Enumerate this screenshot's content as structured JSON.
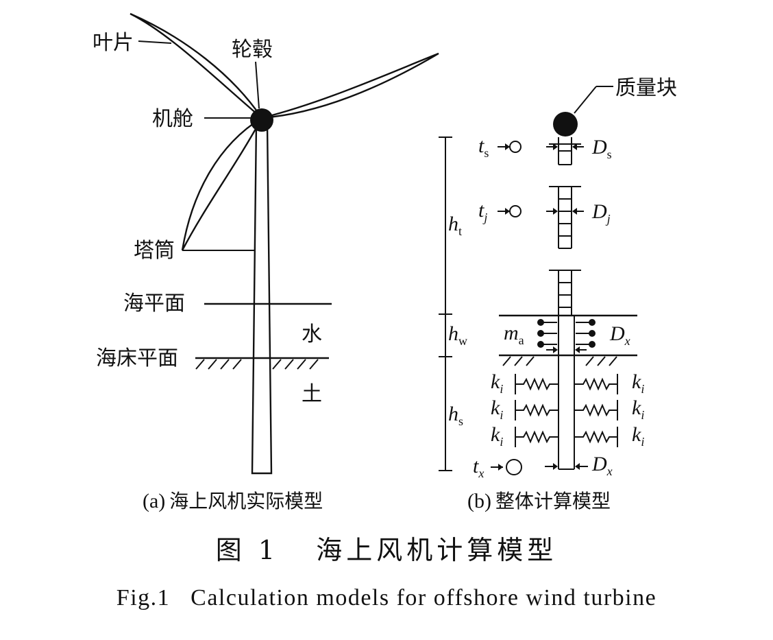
{
  "panel_a": {
    "labels": {
      "blade": "叶片",
      "hub": "轮毂",
      "nacelle": "机舱",
      "tower": "塔筒",
      "sea_level": "海平面",
      "water": "水",
      "seabed": "海床平面",
      "soil": "土"
    },
    "caption_prefix": "(a)",
    "caption_text": "海上风机实际模型"
  },
  "panel_b": {
    "mass_label": "质量块",
    "symbols": {
      "t": "t",
      "D": "D",
      "h": "h",
      "m": "m",
      "k": "k",
      "sub_s": "s",
      "sub_j": "j",
      "sub_t": "t",
      "sub_w": "w",
      "sub_x": "x",
      "sub_a": "a",
      "sub_i": "i"
    },
    "caption_prefix": "(b)",
    "caption_text": "整体计算模型"
  },
  "figure_caption": {
    "cn": "图 1   海上风机计算模型",
    "en": "Fig.1   Calculation models for offshore wind turbine"
  },
  "colors": {
    "ink": "#111111",
    "background": "#ffffff"
  }
}
